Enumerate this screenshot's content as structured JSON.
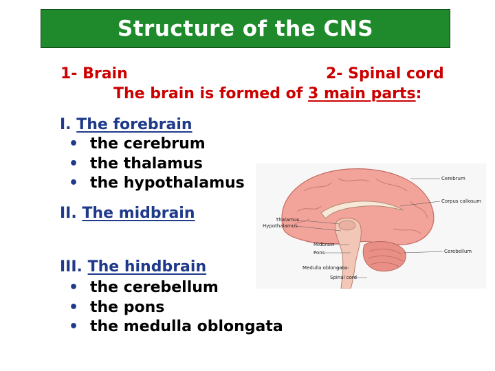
{
  "title": "Structure of the CNS",
  "divisions": {
    "brain": "1- Brain",
    "spinal_cord": "2- Spinal cord"
  },
  "intro": {
    "before": "The brain is formed of ",
    "underlined": "3 main parts",
    "after": ":"
  },
  "sections": [
    {
      "numeral": "I.",
      "heading": "The forebrain",
      "items": [
        "the cerebrum",
        "the thalamus",
        "the hypothalamus"
      ]
    },
    {
      "numeral": "II.",
      "heading": "The midbrain",
      "items": []
    },
    {
      "numeral": "III.",
      "heading": "The hindbrain",
      "items": [
        "the cerebellum",
        "the pons",
        "the medulla oblongata"
      ]
    }
  ],
  "bullet": "•",
  "diagram_labels": {
    "cerebrum": "Cerebrum",
    "corpus_callosum": "Corpus callosum",
    "cerebellum": "Cerebellum",
    "thalamus": "Thalamus",
    "hypothalamus": "Hypothalamus",
    "midbrain": "Midbrain",
    "pons": "Pons",
    "medulla": "Medulla oblongata",
    "spinal_cord": "Spinal cord"
  },
  "colors": {
    "title_bg": "#1f8a2c",
    "title_text": "#ffffff",
    "red_text": "#cc0000",
    "heading_blue": "#1f3a8a",
    "brain_pink": "#f2a39a"
  }
}
